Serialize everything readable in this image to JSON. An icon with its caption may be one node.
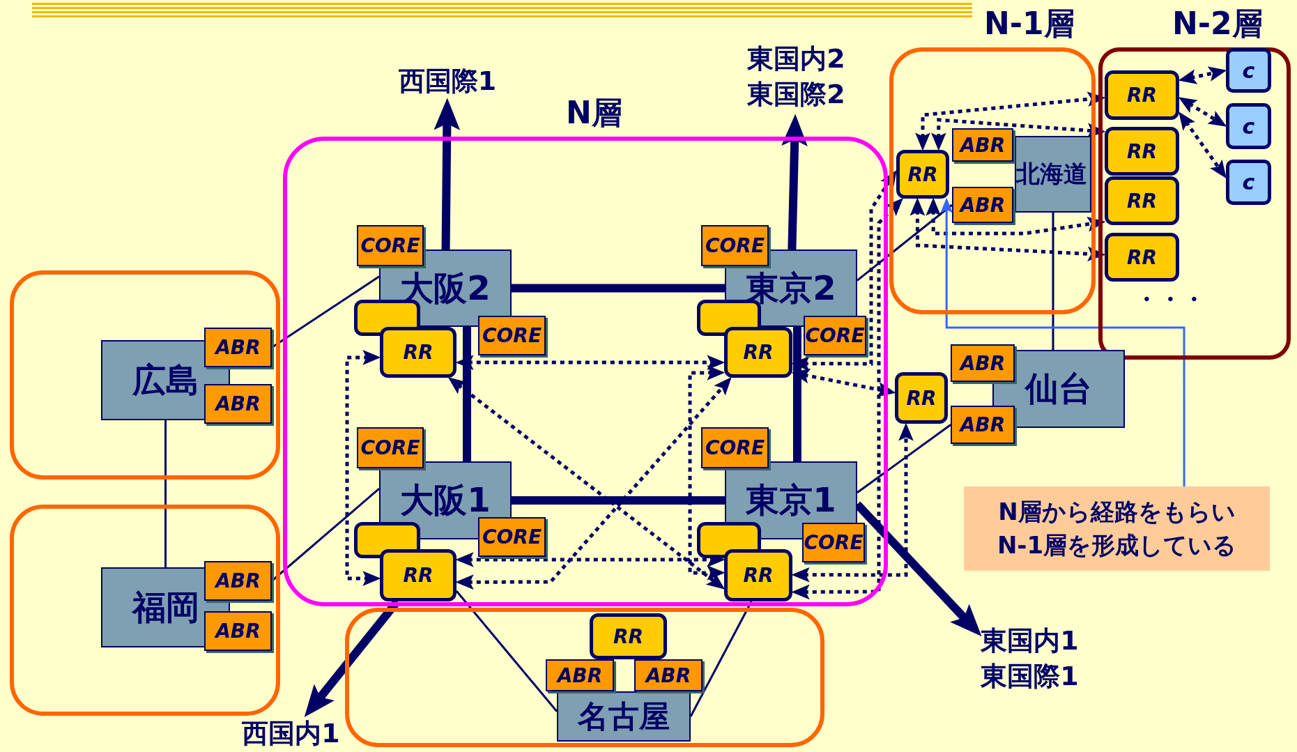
{
  "diagram": {
    "nodes": [
      {
        "text": [
          "N-1層"
        ]
      },
      {
        "text": [
          "N-2層"
        ]
      },
      {
        "text": [
          "西国際1"
        ]
      },
      {
        "text": [
          "東国内2",
          "東国際2"
        ]
      },
      {
        "text": [
          "N層"
        ]
      },
      {
        "text": [
          "大阪2"
        ],
        "in": 4
      },
      {
        "text": [
          "CORE"
        ],
        "in": 4
      },
      {
        "text": [
          "CORE"
        ],
        "in": 4
      },
      {
        "text": [],
        "shape": "box",
        "in": 4
      },
      {
        "text": [
          "RR"
        ],
        "in": 4
      },
      {
        "text": [
          "東京2"
        ],
        "in": 4
      },
      {
        "text": [
          "CORE"
        ],
        "in": 4
      },
      {
        "text": [
          "CORE"
        ],
        "in": 4
      },
      {
        "text": [],
        "shape": "box",
        "in": 4
      },
      {
        "text": [
          "RR"
        ],
        "in": 4
      },
      {
        "text": [
          "大阪1"
        ],
        "in": 4
      },
      {
        "text": [
          "CORE"
        ],
        "in": 4
      },
      {
        "text": [
          "CORE"
        ],
        "in": 4
      },
      {
        "text": [],
        "shape": "box",
        "in": 4
      },
      {
        "text": [
          "RR"
        ],
        "in": 4
      },
      {
        "text": [
          "東京1"
        ],
        "in": 4
      },
      {
        "text": [
          "CORE"
        ],
        "in": 4
      },
      {
        "text": [
          "CORE"
        ],
        "in": 4
      },
      {
        "text": [],
        "shape": "box",
        "in": 4
      },
      {
        "text": [
          "RR"
        ],
        "in": 4
      },
      {
        "text": [
          "北海道"
        ],
        "in": 0
      },
      {
        "text": [
          "ABR"
        ],
        "in": 0
      },
      {
        "text": [
          "ABR"
        ],
        "in": 0
      },
      {
        "text": [
          "RR"
        ],
        "in": 0
      },
      {
        "text": [
          "RR"
        ],
        "in": 1
      },
      {
        "text": [
          "RR"
        ],
        "in": 1
      },
      {
        "text": [
          "RR"
        ],
        "in": 1
      },
      {
        "text": [
          "RR"
        ],
        "in": 1
      },
      {
        "text": [
          "c"
        ],
        "in": 1
      },
      {
        "text": [
          "c"
        ],
        "in": 1
      },
      {
        "text": [
          "c"
        ],
        "in": 1
      },
      {
        "text": [],
        "shape": "box"
      },
      {
        "text": [
          "広島"
        ],
        "in": 36
      },
      {
        "text": [
          "ABR"
        ],
        "in": 36
      },
      {
        "text": [
          "ABR"
        ],
        "in": 36
      },
      {
        "text": [],
        "shape": "box"
      },
      {
        "text": [
          "福岡"
        ],
        "in": 40
      },
      {
        "text": [
          "ABR"
        ],
        "in": 40
      },
      {
        "text": [
          "ABR"
        ],
        "in": 40
      },
      {
        "text": [
          "仙台"
        ]
      },
      {
        "text": [
          "ABR"
        ]
      },
      {
        "text": [
          "ABR"
        ]
      },
      {
        "text": [
          "RR"
        ]
      },
      {
        "text": [
          "N層から経路をもらいN-1層を形成している"
        ]
      },
      {
        "text": [],
        "shape": "box"
      },
      {
        "text": [
          "RR"
        ],
        "in": 49
      },
      {
        "text": [
          "ABR"
        ],
        "in": 49
      },
      {
        "text": [
          "ABR"
        ],
        "in": 49
      },
      {
        "text": [
          "名古屋"
        ],
        "in": 49
      },
      {
        "text": [
          "東国内1",
          "東国際1"
        ]
      },
      {
        "text": [
          "西国内1"
        ]
      }
    ],
    "edges": [
      {
        "from": 5,
        "to": 10,
        "arrow": "none",
        "style": "thick"
      },
      {
        "from": 15,
        "to": 20,
        "arrow": "none",
        "style": "thick"
      },
      {
        "from": 5,
        "to": 15,
        "arrow": "none",
        "style": "thick"
      },
      {
        "from": 10,
        "to": 20,
        "arrow": "none",
        "style": "thick"
      },
      {
        "from": 5,
        "to": 2,
        "arrow": "to",
        "style": "thick"
      },
      {
        "from": 10,
        "to": 3,
        "arrow": "to",
        "style": "thick"
      },
      {
        "from": 20,
        "to": 54,
        "arrow": "to",
        "style": "thick"
      },
      {
        "from": 19,
        "to": 55,
        "arrow": "to",
        "style": "thick"
      },
      {
        "from": 38,
        "to": 5,
        "arrow": "none"
      },
      {
        "from": 42,
        "to": 15,
        "arrow": "none"
      },
      {
        "from": 37,
        "to": 41,
        "arrow": "none"
      },
      {
        "from": 53,
        "to": 19,
        "arrow": "none"
      },
      {
        "from": 53,
        "to": 24,
        "arrow": "none"
      },
      {
        "from": 27,
        "to": 10,
        "arrow": "none"
      },
      {
        "from": 46,
        "to": 20,
        "arrow": "none"
      },
      {
        "from": 25,
        "to": 44,
        "arrow": "none"
      },
      {
        "from": 9,
        "to": 14,
        "arrow": "both",
        "style": "dashed"
      },
      {
        "from": 19,
        "to": 24,
        "arrow": "both",
        "style": "dashed"
      },
      {
        "from": 9,
        "to": 19,
        "arrow": "both",
        "style": "dashed"
      },
      {
        "from": 14,
        "to": 24,
        "arrow": "both",
        "style": "dashed"
      },
      {
        "from": 9,
        "to": 24,
        "arrow": "both",
        "style": "dashed"
      },
      {
        "from": 19,
        "to": 14,
        "arrow": "both",
        "style": "dashed"
      },
      {
        "from": 14,
        "to": 47,
        "arrow": "both",
        "style": "dashed"
      },
      {
        "from": 14,
        "to": 28,
        "arrow": "both",
        "style": "dashed"
      },
      {
        "from": 24,
        "to": 28,
        "arrow": "both",
        "style": "dashed"
      },
      {
        "from": 24,
        "to": 47,
        "arrow": "both",
        "style": "dashed"
      },
      {
        "from": 28,
        "to": 29,
        "arrow": "both",
        "style": "dashed"
      },
      {
        "from": 28,
        "to": 30,
        "arrow": "both",
        "style": "dashed"
      },
      {
        "from": 28,
        "to": 31,
        "arrow": "both",
        "style": "dashed"
      },
      {
        "from": 28,
        "to": 32,
        "arrow": "both",
        "style": "dashed"
      },
      {
        "from": 29,
        "to": 33,
        "arrow": "both",
        "style": "dashed"
      },
      {
        "from": 29,
        "to": 34,
        "arrow": "both",
        "style": "dashed"
      },
      {
        "from": 29,
        "to": 35,
        "arrow": "both",
        "style": "dashed"
      },
      {
        "from": 48,
        "to": 28,
        "arrow": "to",
        "color": "#3366ff"
      }
    ],
    "labels": [
      "・・・"
    ]
  }
}
